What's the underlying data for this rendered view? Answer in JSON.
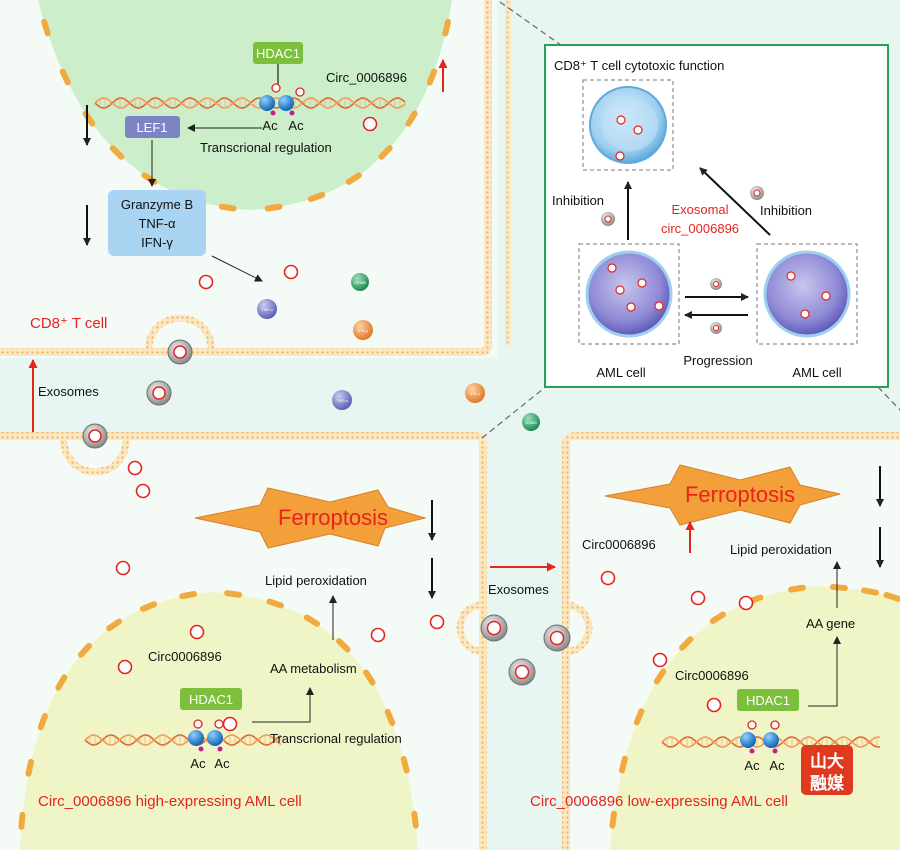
{
  "top_left": {
    "hdac1": "HDAC1",
    "circ_up": "Circ_0006896",
    "ac": "Ac",
    "lef1": "LEF1",
    "transcription": "Transcrional regulation",
    "cytokines": [
      "Granzyme B",
      "TNF-α",
      "IFN-γ"
    ],
    "cell_label": "CD8⁺ T cell",
    "exosomes": "Exosomes",
    "vesicle_gzmb": "GZMB",
    "vesicle_tnf": "TNF-α",
    "vesicle_ifn": "IFN-γ"
  },
  "inset": {
    "title": "CD8⁺ T cell cytotoxic function",
    "inhibition_left": "Inhibition",
    "inhibition_right": "Inhibition",
    "exosomal": [
      "Exosomal",
      "circ_0006896"
    ],
    "progression": "Progression",
    "aml_left": "AML cell",
    "aml_right": "AML cell"
  },
  "bottom_left": {
    "ferroptosis": "Ferroptosis",
    "lipid": "Lipid peroxidation",
    "circ": "Circ0006896",
    "aa_metabolism": "AA metabolism",
    "hdac1": "HDAC1",
    "ac": "Ac",
    "transcription": "Transcrional regulation",
    "cell_label": "Circ_0006896 high-expressing AML cell"
  },
  "middle": {
    "exosomes": "Exosomes"
  },
  "bottom_right": {
    "ferroptosis": "Ferroptosis",
    "circ_up": "Circ0006896",
    "lipid": "Lipid peroxidation",
    "aa_gene": "AA gene",
    "circ": "Circ0006896",
    "hdac1": "HDAC1",
    "ac": "Ac",
    "cell_label": "Circ_0006896 low-expressing AML cell"
  },
  "watermark": "山大融媒",
  "colors": {
    "membrane": "#f2b964",
    "tcell_fill": "#d4f2d4",
    "aml_fill": "#f1f6cd",
    "red": "#e8231e",
    "hdac_green": "#7bbf3c",
    "lef_purple": "#7d84c5",
    "cyt_blue": "#a9d4f2",
    "inset_green": "#2aa052"
  }
}
